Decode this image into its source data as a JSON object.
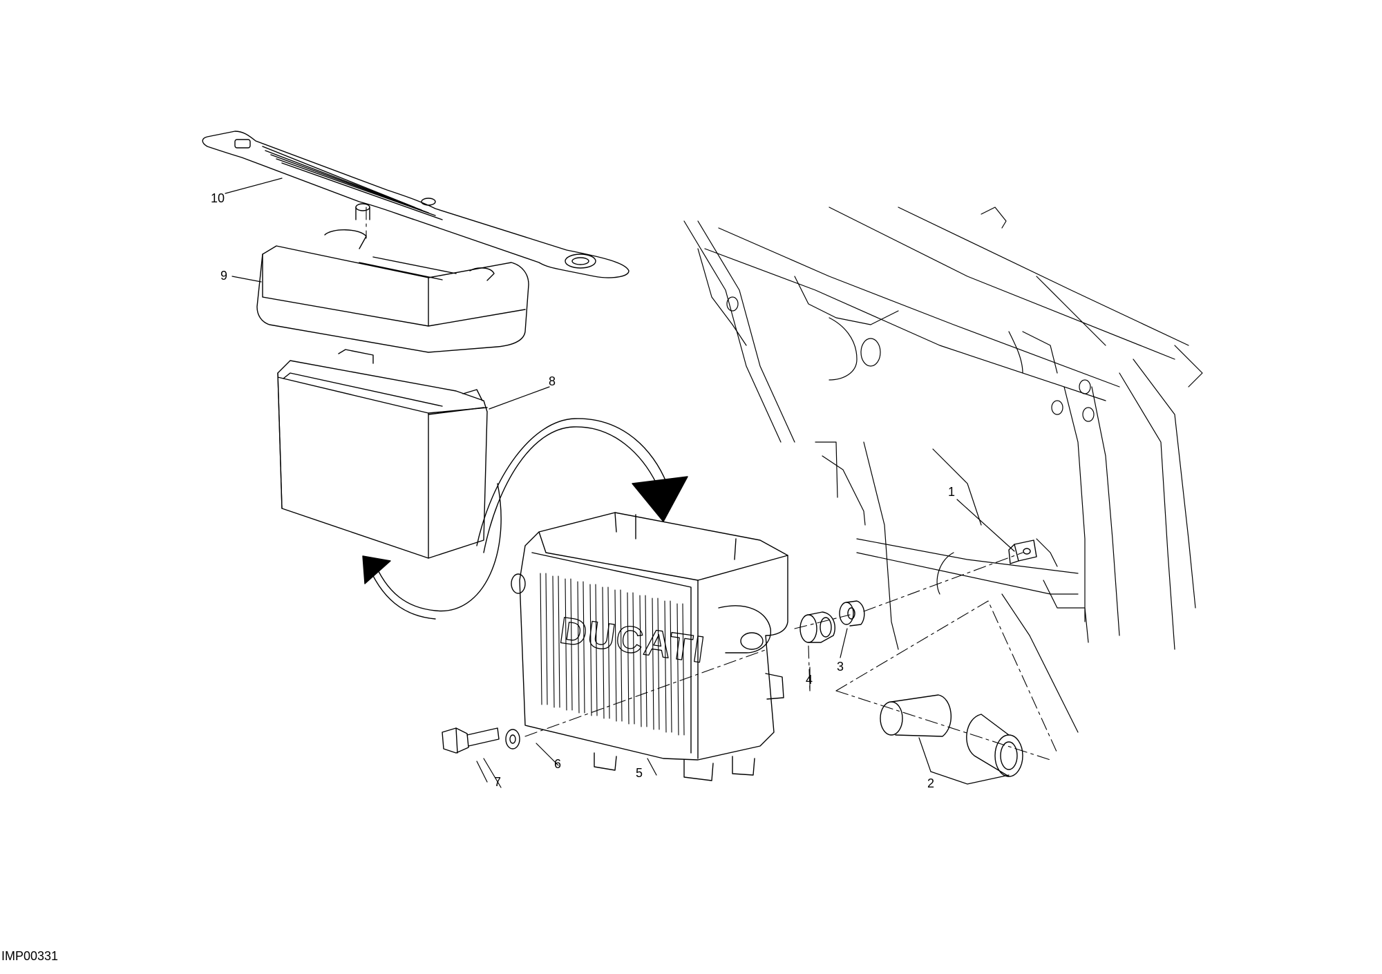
{
  "callouts": {
    "p1": "1",
    "p2": "2",
    "p3": "3",
    "p4": "4",
    "p5": "5",
    "p6": "6",
    "p7": "7",
    "p8": "8",
    "p9": "9",
    "p10": "10"
  },
  "reference_code": "IMP00331",
  "battery_case_brand": "DUCATI"
}
